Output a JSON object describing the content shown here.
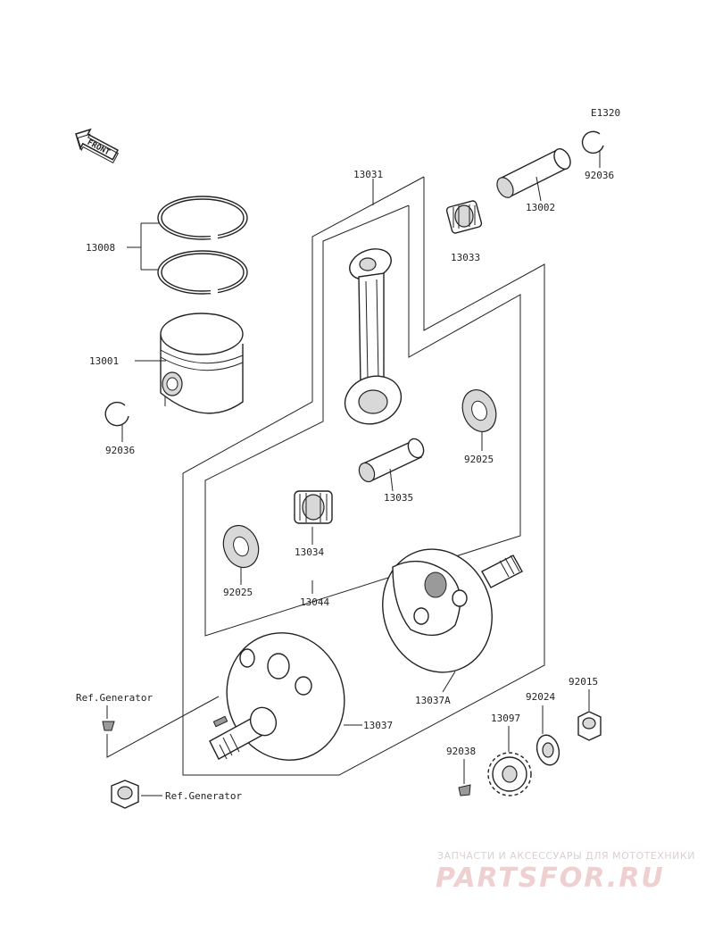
{
  "diagram_code": "E1320",
  "front_label": "FRONT",
  "parts": {
    "p13031": "13031",
    "p13008": "13008",
    "p13001": "13001",
    "p92036a": "92036",
    "p92036b": "92036",
    "p13002": "13002",
    "p13033": "13033",
    "p92025a": "92025",
    "p92025b": "92025",
    "p13035": "13035",
    "p13034": "13034",
    "p13044": "13044",
    "p13037A": "13037A",
    "p13037": "13037",
    "p92015": "92015",
    "p92024": "92024",
    "p13097": "13097",
    "p92038": "92038"
  },
  "refs": {
    "ref_generator_top": "Ref.Generator",
    "ref_generator_bottom": "Ref.Generator"
  },
  "watermark": {
    "tagline": "ЗАПЧАСТИ И АКСЕССУАРЫ ДЛЯ МОТОТЕХНИКИ",
    "brand": "PARTSFOR.RU"
  }
}
